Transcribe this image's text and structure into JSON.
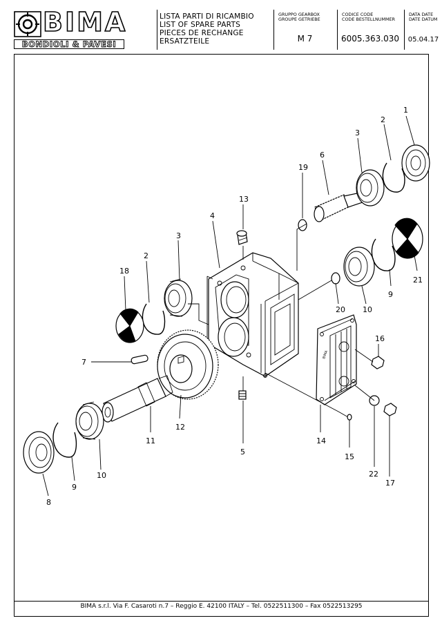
{
  "header": {
    "logo": {
      "word": "BIMA",
      "brand": "BONDIOLI & PAVESI"
    },
    "title_lines": [
      "LISTA PARTI DI RICAMBIO",
      "LIST OF SPARE PARTS",
      "PIECES DE RECHANGE",
      "ERSATZTEILE"
    ],
    "group_labels": [
      "GRUPPO  GEARBOX",
      "GROUPE  GETRIEBE"
    ],
    "group_value": "M 7",
    "code_labels": [
      "CODICE  CODE",
      "CODE  BESTELLNUMMER"
    ],
    "code_value": "6005.363.030",
    "date_labels": [
      "DATA DATE",
      "DATE DATUM"
    ],
    "date_value": "05.04.17"
  },
  "callouts": [
    "1",
    "2",
    "3",
    "6",
    "19",
    "13",
    "4",
    "3",
    "2",
    "18",
    "20",
    "10",
    "9",
    "21",
    "16",
    "7",
    "12",
    "11",
    "5",
    "14",
    "15",
    "22",
    "17",
    "8",
    "9",
    "10"
  ],
  "footer": "BIMA s.r.l. Via F. Casaroti n.7  –  Reggio E. 42100 ITALY  –  Tel. 0522511300  –  Fax 0522513295"
}
